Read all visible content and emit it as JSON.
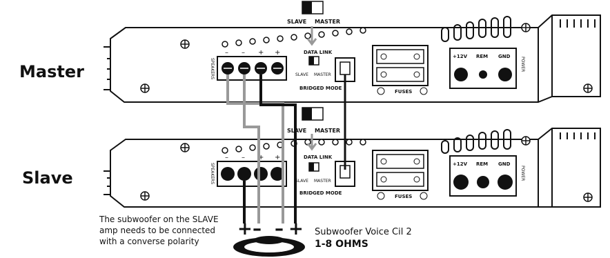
{
  "amps": {
    "master": {
      "title": "Master",
      "speakers_label": "SPEAKERS",
      "terminal_signs": [
        "–",
        "–",
        "+",
        "+"
      ],
      "switch_slave": "SLAVE",
      "switch_master": "MASTER",
      "data_link": "DATA LINK",
      "bridged_mode": "BRIDGED MODE",
      "fuses": "FUSES",
      "power_label": "POWER",
      "power_terminals": [
        "+12V",
        "REM",
        "GND"
      ]
    },
    "slave": {
      "title": "Slave",
      "speakers_label": "SPEAKERS",
      "terminal_signs": [
        "–",
        "–",
        "+",
        "+"
      ],
      "switch_slave": "SLAVE",
      "switch_master": "MASTER",
      "data_link": "DATA LINK",
      "bridged_mode": "BRIDGED MODE",
      "fuses": "FUSES",
      "power_label": "POWER",
      "power_terminals": [
        "+12V",
        "REM",
        "GND"
      ]
    }
  },
  "link_switch": {
    "slave_label": "SLAVE",
    "master_label": "MASTER"
  },
  "subwoofer": {
    "polarity_signs": [
      "+",
      "–",
      "–",
      "+"
    ],
    "note_lines": [
      "The subwoofer on the SLAVE",
      "amp needs to be connected",
      "with a converse polarity"
    ],
    "name": "Subwoofer Voice Cil 2",
    "impedance": "1-8 OHMS"
  }
}
